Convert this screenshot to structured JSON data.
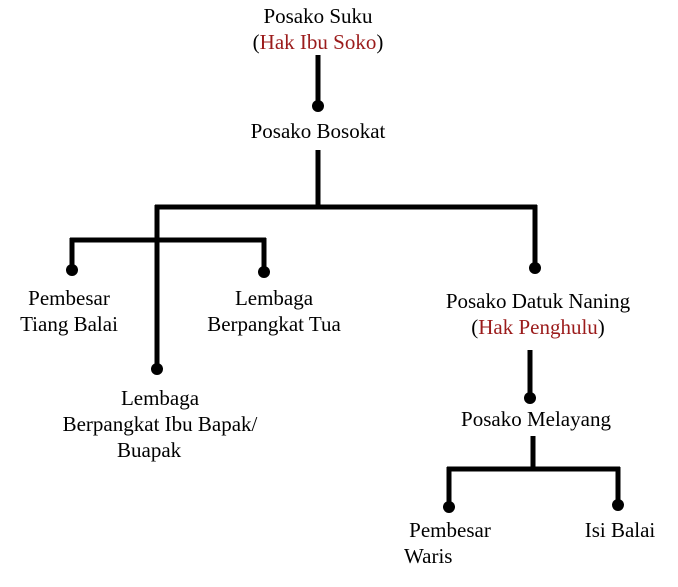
{
  "colors": {
    "text": "#000000",
    "accent": "#9b1b1b",
    "line": "#000000"
  },
  "nodes": {
    "suku": {
      "label": "Posako Suku",
      "paren_open": "(",
      "paren_text": "Hak Ibu Soko",
      "paren_close": ")"
    },
    "bosokat": {
      "label": "Posako Bosokat"
    },
    "pembesar_tiang": {
      "line1": "Pembesar",
      "line2": "Tiang Balai"
    },
    "lembaga_tua": {
      "line1": "Lembaga",
      "line2": "Berpangkat Tua"
    },
    "lembaga_ibu": {
      "line1": "Lembaga",
      "line2": "Berpangkat Ibu Bapak/",
      "line3": "Buapak"
    },
    "datuk": {
      "label": "Posako Datuk Naning",
      "paren_open": "(",
      "paren_text": "Hak Penghulu",
      "paren_close": ")"
    },
    "melayang": {
      "label": "Posako Melayang"
    },
    "pembesar_waris": {
      "line1": "Pembesar",
      "line2": "Waris"
    },
    "isi_balai": {
      "label": "Isi Balai"
    }
  }
}
